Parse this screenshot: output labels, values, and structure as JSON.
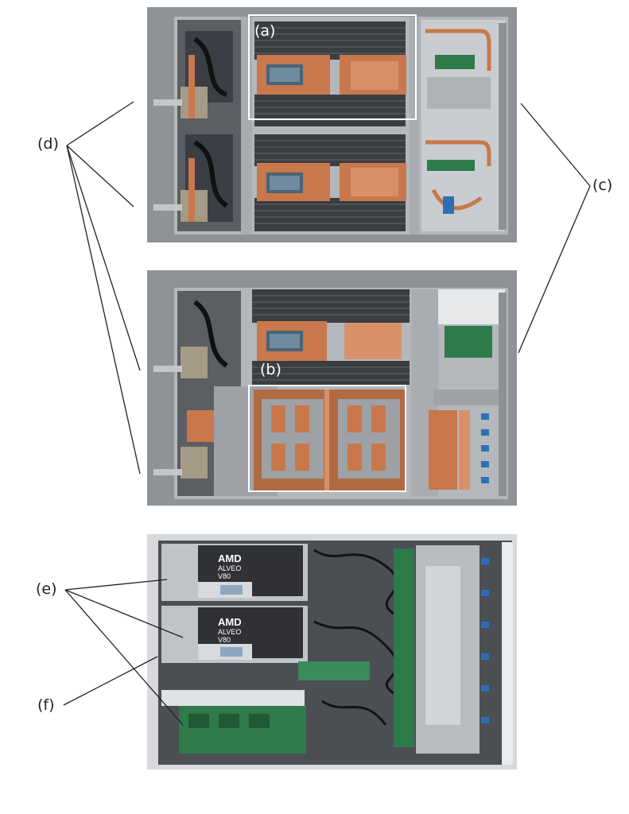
{
  "labels": {
    "a": "(a)",
    "b": "(b)",
    "c": "(c)",
    "d": "(d)",
    "e": "(e)",
    "f": "(f)"
  },
  "card_text": {
    "brand": "AMD",
    "model_line1": "ALVEO",
    "model_line2": "V80"
  },
  "colors": {
    "copper": "#c8784a",
    "chassis": "#9fa3a8",
    "dimm": "#3a3d42",
    "pcb_green": "#2f7a4a",
    "connector_blue": "#2c6fb8",
    "frame_outline": "#ffffff"
  }
}
